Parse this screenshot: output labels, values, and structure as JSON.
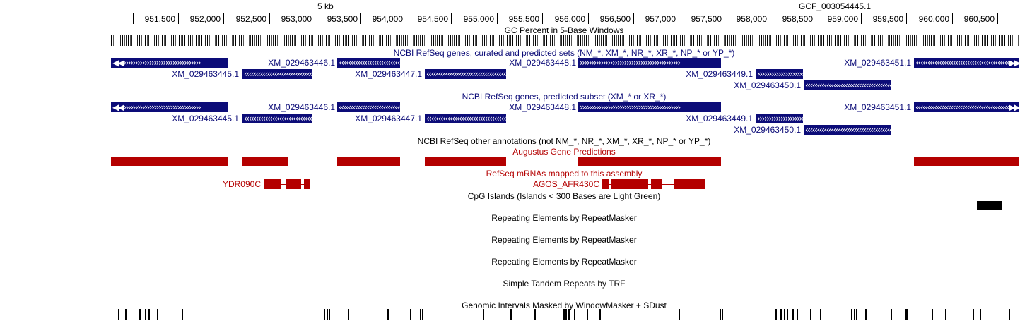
{
  "ruler": {
    "scale_label": "5 kb",
    "assembly": "GCF_003054445.1",
    "ticks": [
      "951,500",
      "952,000",
      "952,500",
      "953,000",
      "953,500",
      "954,000",
      "954,500",
      "955,000",
      "955,500",
      "956,000",
      "956,500",
      "957,000",
      "957,500",
      "958,000",
      "958,500",
      "959,000",
      "959,500",
      "960,000",
      "960,500"
    ]
  },
  "tracks": {
    "gc": "GC Percent in 5-Base Windows",
    "curated": "NCBI RefSeq genes, curated and predicted sets (NM_*, XM_*, NR_*, XR_*, NP_* or YP_*)",
    "predicted": "NCBI RefSeq genes, predicted subset (XM_* or XR_*)",
    "other": "NCBI RefSeq other annotations (not NM_*, NR_*, XM_*, XR_*, NP_* or YP_*)",
    "augustus": "Augustus Gene Predictions",
    "mrna": "RefSeq mRNAs mapped to this assembly",
    "cpg": "CpG Islands (Islands < 300 Bases are Light Green)",
    "rmsk1": "Repeating Elements by RepeatMasker",
    "rmsk2": "Repeating Elements by RepeatMasker",
    "rmsk3": "Repeating Elements by RepeatMasker",
    "trf": "Simple Tandem Repeats by TRF",
    "wm": "Genomic Intervals Masked by WindowMasker + SDust"
  },
  "genes": {
    "g45": "XM_029463445.1",
    "g46": "XM_029463446.1",
    "g47": "XM_029463447.1",
    "g48": "XM_029463448.1",
    "g49": "XM_029463449.1",
    "g50": "XM_029463450.1",
    "g51": "XM_029463451.1"
  },
  "arrows": {
    "fwd": "›››››››››››››››››››››››››››››››››››››››››››",
    "rev": "‹‹‹‹‹‹‹‹‹‹‹‹‹‹‹‹‹‹‹‹‹‹‹‹‹‹‹‹‹‹‹‹‹‹‹‹‹‹‹‹‹‹‹",
    "fwd_edge": "◀◀›››››››››››››››››››››››››››››››››",
    "rev_edge": "‹‹‹‹‹‹‹‹‹‹‹‹‹‹‹‹‹‹‹‹‹‹‹‹‹‹‹‹‹‹‹‹‹‹‹‹‹‹‹‹▶▶"
  },
  "mrna": {
    "left": "YDR090C",
    "right": "AGOS_AFR430C"
  },
  "colors": {
    "refseq_blue": "#0c0c78",
    "prediction_red": "#b40000"
  }
}
